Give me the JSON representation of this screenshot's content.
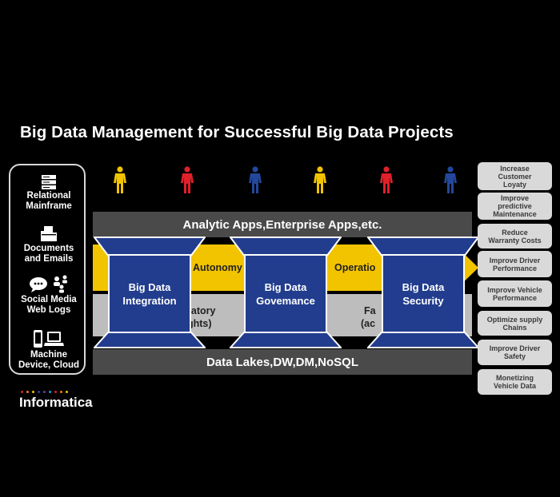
{
  "title": "Big Data Management for Successful Big Data Projects",
  "sources": [
    {
      "icon": "server-stack-icon",
      "label_lines": [
        "Relational",
        "Mainframe"
      ]
    },
    {
      "icon": "folder-document-icon",
      "label_lines": [
        "Documents",
        "and Emails"
      ]
    },
    {
      "icon": "chat-people-icon",
      "label_lines": [
        "Social Media",
        "Web Logs"
      ]
    },
    {
      "icon": "device-laptop-icon",
      "label_lines": [
        "Machine",
        "Device, Cloud"
      ]
    }
  ],
  "people_colors": [
    "#f2c400",
    "#e0202a",
    "#23479c",
    "#f2c400",
    "#e0202a",
    "#23479c"
  ],
  "layers": {
    "top": "Analytic Apps,Enterprise Apps,etc.",
    "bottom": "Data Lakes,DW,DM,NoSQL",
    "yellow_labels": [
      "Autonomy",
      "Operatio"
    ],
    "gray_labels": [
      "ratory",
      "ghts)",
      "Fa",
      "(ac"
    ]
  },
  "pillars": [
    {
      "lines": [
        "Big Data",
        "Integration"
      ]
    },
    {
      "lines": [
        "Big Data",
        "Govemance"
      ]
    },
    {
      "lines": [
        "Big Data",
        "Security"
      ]
    }
  ],
  "outcomes": [
    [
      "Increase",
      "Customer",
      "Loyaty"
    ],
    [
      "Improve",
      "predictive",
      "Maintenance"
    ],
    [
      "Reduce",
      "Warranty Costs"
    ],
    [
      "Improve Driver",
      "Performance"
    ],
    [
      "Improve Vehicle",
      "Performance"
    ],
    [
      "Optimize supply",
      "Chains"
    ],
    [
      "Improve Driver",
      "Safety"
    ],
    [
      "Monetizing",
      "Vehicle Data"
    ]
  ],
  "brand": "Informatica",
  "brand_dot_colors": [
    "#e0202a",
    "#f07b00",
    "#f2c400",
    "#23479c",
    "#6a3c9c",
    "#0aa0d8",
    "#e0202a",
    "#f07b00",
    "#f2c400"
  ],
  "colors": {
    "yellow": "#f2c400",
    "blue": "#223d8e",
    "bar_gray": "#4a4a4a",
    "light_gray": "#bdbdbd"
  }
}
